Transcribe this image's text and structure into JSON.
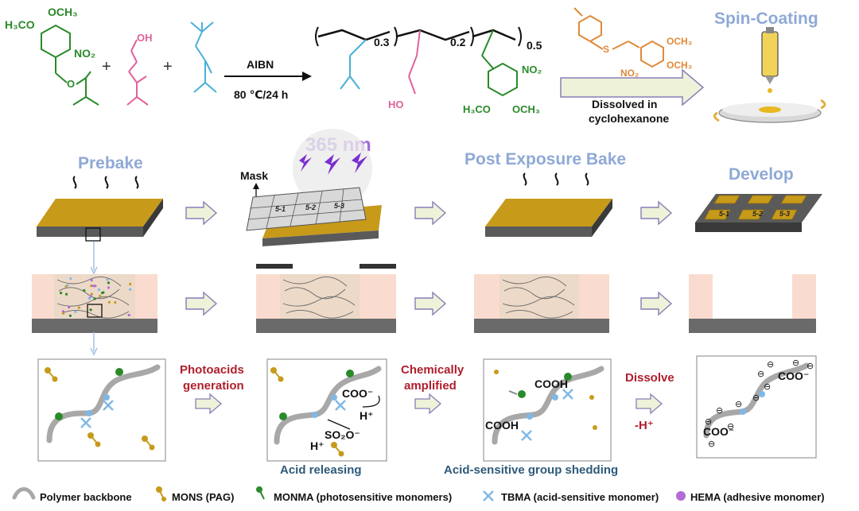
{
  "reaction": {
    "catalyst": "AIBN",
    "conditions": "80 ℃/24 h",
    "sub_03": "0.3",
    "sub_02": "0.2",
    "sub_05": "0.5",
    "dissolved_line1": "Dissolved in",
    "dissolved_line2": "cyclohexanone",
    "spin_coating": "Spin-Coating",
    "labels": {
      "h3co": "H₃CO",
      "och3": "OCH₃",
      "no2": "NO₂",
      "oh": "OH",
      "ho": "HO",
      "plus": "+",
      "s": "S",
      "o": "O"
    }
  },
  "steps": {
    "prebake": "Prebake",
    "wavelength": "365 nm",
    "mask": "Mask",
    "post_exposure_bake": "Post  Exposure Bake",
    "develop": "Develop",
    "regions": [
      "5-1",
      "5-2",
      "5-3"
    ]
  },
  "mechanism": {
    "photoacids_line1": "Photoacids",
    "photoacids_line2": "generation",
    "chem_line1": "Chemically",
    "chem_line2": "amplified",
    "dissolve": "Dissolve",
    "minus_h": "-H⁺",
    "acid_releasing": "Acid releasing",
    "acid_shedding": "Acid-sensitive group shedding",
    "coo": "COO⁻",
    "cooh": "COOH",
    "h_plus": "H⁺",
    "so2o": "SO₂O⁻",
    "minus_sign": "⊖"
  },
  "legend": {
    "polymer": "Polymer backbone",
    "mons": "MONS (PAG)",
    "monma": "MONMA (photosensitive monomers)",
    "tbma": "TBMA (acid-sensitive monomer)",
    "hema": "HEMA (adhesive monomer)"
  },
  "colors": {
    "step_blue": "#8fa9d6",
    "red": "#b01e2c",
    "dark_blue": "#2f5a7a",
    "gold": "#c79a1a",
    "green": "#2a8a2a",
    "pink": "#e0629a",
    "cyan": "#4ab0d8",
    "orange": "#e08a3a",
    "purple": "#7b2fd0",
    "violet_dot": "#b36ad8"
  }
}
